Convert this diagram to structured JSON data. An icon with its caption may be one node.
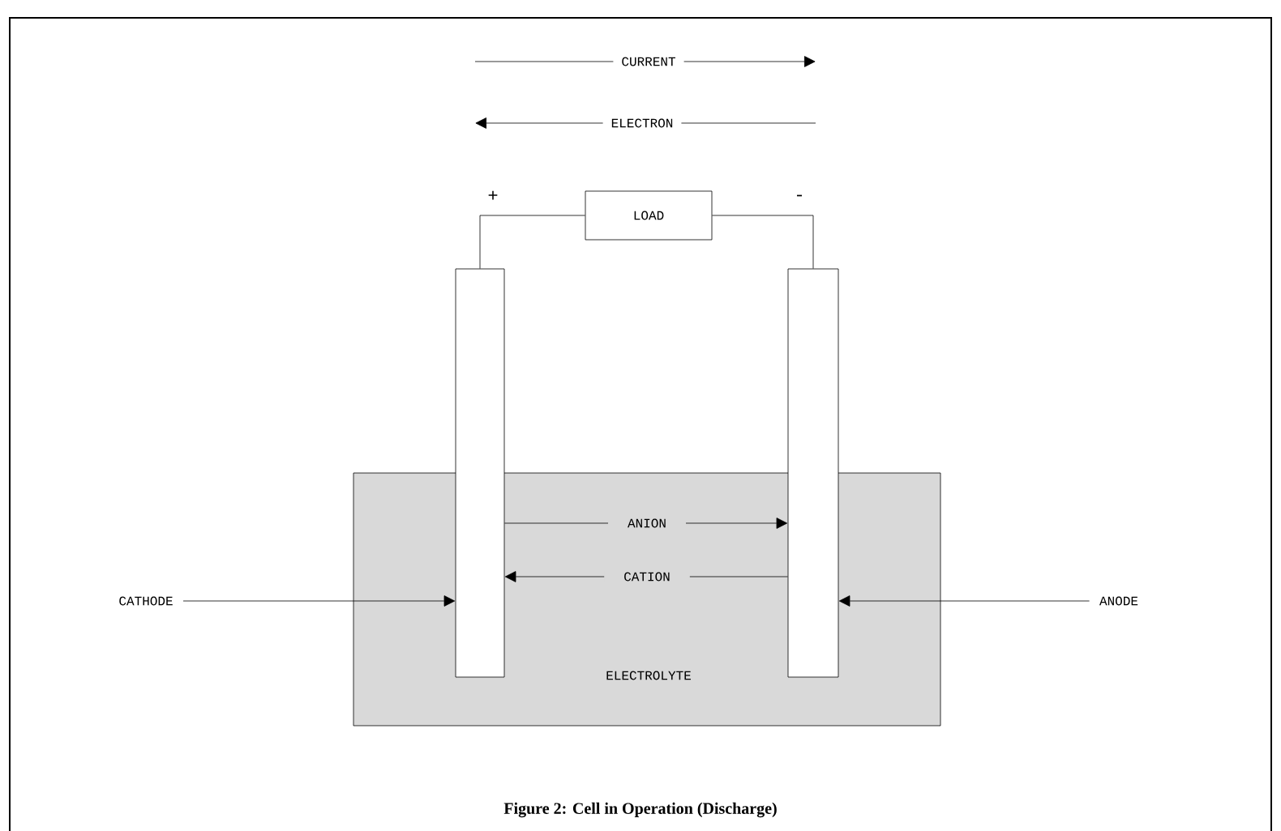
{
  "diagram": {
    "caption": "Figure 2: Cell in Operation (Discharge)",
    "nodes": [
      {
        "text": [],
        "shape": "bar"
      },
      {
        "text": [],
        "shape": "bar"
      },
      {
        "text": [
          "LOAD"
        ]
      },
      {
        "text": [
          "CATHODE"
        ]
      },
      {
        "text": [
          "ANODE"
        ]
      }
    ],
    "edges": [
      {
        "from": 0,
        "to": 2,
        "arrow": "none"
      },
      {
        "from": 2,
        "to": 1,
        "arrow": "none"
      },
      {
        "from": 0,
        "to": 1,
        "arrow": "to",
        "label": "ANION"
      },
      {
        "from": 1,
        "to": 0,
        "arrow": "to",
        "label": "CATION"
      },
      {
        "from": 3,
        "to": 0,
        "arrow": "to"
      },
      {
        "from": 4,
        "to": 1,
        "arrow": "to"
      }
    ],
    "labels": [
      "CURRENT",
      "ELECTRON",
      "+",
      "-",
      "ELECTROLYTE"
    ]
  }
}
